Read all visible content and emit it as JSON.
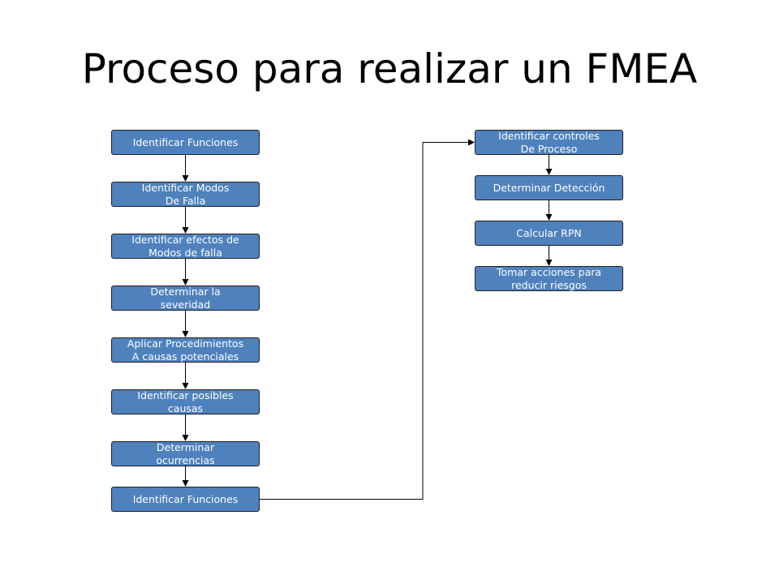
{
  "title": "Proceso para realizar un FMEA",
  "colors": {
    "box_fill": "#4f81bd",
    "box_border": "#1f1f1f",
    "box_text": "#ffffff",
    "connector": "#000000"
  },
  "flow": {
    "left_column": [
      "Identificar Funciones",
      "Identificar Modos\nDe Falla",
      "Identificar efectos de\nModos de falla",
      "Determinar la\nseveridad",
      "Aplicar Procedimientos\nA causas potenciales",
      "Identificar posibles\ncausas",
      "Determinar\nocurrencias",
      "Identificar Funciones"
    ],
    "right_column": [
      "Identificar controles\nDe Proceso",
      "Determinar Detección",
      "Calcular RPN",
      "Tomar acciones para\nreducir riesgos"
    ]
  }
}
